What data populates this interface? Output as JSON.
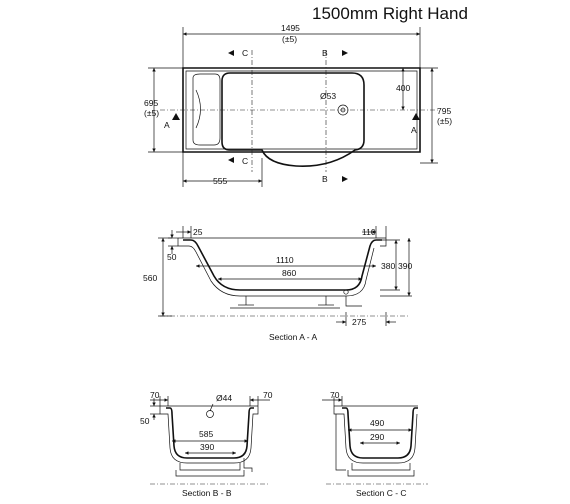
{
  "title": "1500mm Right Hand",
  "plan": {
    "width": "1495",
    "width_tol": "(±5)",
    "left_width": "695",
    "left_width_tol": "(±5)",
    "right_width": "795",
    "right_width_tol": "(±5)",
    "inner_depth": "400",
    "waste_dia": "Ø53",
    "bottom_offset": "555",
    "cut_a": "A",
    "cut_b": "B",
    "cut_c": "C"
  },
  "section_aa": {
    "label": "Section A - A",
    "rim_left": "25",
    "rim_right": "110",
    "rim_thk": "50",
    "top_inner": "1110",
    "base_inner": "860",
    "height_overall": "560",
    "depth_inner": "380",
    "depth_outer": "390",
    "waste_offset": "275"
  },
  "section_bb": {
    "label": "Section B - B",
    "rim_left": "70",
    "rim_right": "70",
    "rim_thk": "50",
    "waste_dia": "Ø44",
    "top_inner": "585",
    "base_inner": "390"
  },
  "section_cc": {
    "label": "Section C - C",
    "rim_left": "70",
    "top_inner": "490",
    "base_inner": "290"
  }
}
